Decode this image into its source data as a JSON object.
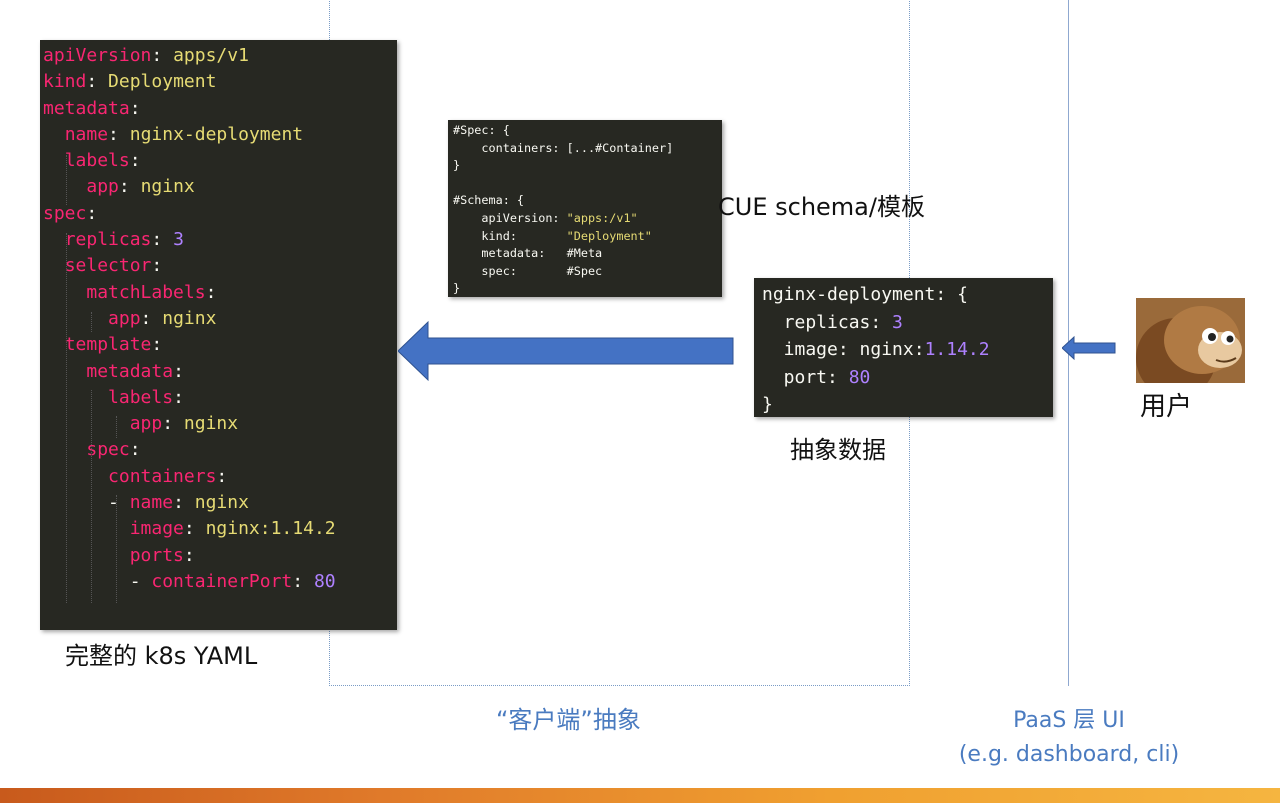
{
  "yaml": {
    "lines": [
      [
        {
          "t": "apiVersion",
          "c": "k"
        },
        {
          "t": ": "
        },
        {
          "t": "apps/v1",
          "c": "v"
        }
      ],
      [
        {
          "t": "kind",
          "c": "k"
        },
        {
          "t": ": "
        },
        {
          "t": "Deployment",
          "c": "v"
        }
      ],
      [
        {
          "t": "metadata",
          "c": "k"
        },
        {
          "t": ":"
        }
      ],
      [
        {
          "t": "  "
        },
        {
          "t": "name",
          "c": "k"
        },
        {
          "t": ": "
        },
        {
          "t": "nginx-deployment",
          "c": "v"
        }
      ],
      [
        {
          "t": "  "
        },
        {
          "t": "labels",
          "c": "k"
        },
        {
          "t": ":"
        }
      ],
      [
        {
          "t": "    "
        },
        {
          "t": "app",
          "c": "k"
        },
        {
          "t": ": "
        },
        {
          "t": "nginx",
          "c": "v"
        }
      ],
      [
        {
          "t": "spec",
          "c": "k"
        },
        {
          "t": ":"
        }
      ],
      [
        {
          "t": "  "
        },
        {
          "t": "replicas",
          "c": "k"
        },
        {
          "t": ": "
        },
        {
          "t": "3",
          "c": "num"
        }
      ],
      [
        {
          "t": "  "
        },
        {
          "t": "selector",
          "c": "k"
        },
        {
          "t": ":"
        }
      ],
      [
        {
          "t": "    "
        },
        {
          "t": "matchLabels",
          "c": "k"
        },
        {
          "t": ":"
        }
      ],
      [
        {
          "t": "      "
        },
        {
          "t": "app",
          "c": "k"
        },
        {
          "t": ": "
        },
        {
          "t": "nginx",
          "c": "v"
        }
      ],
      [
        {
          "t": "  "
        },
        {
          "t": "template",
          "c": "k"
        },
        {
          "t": ":"
        }
      ],
      [
        {
          "t": "    "
        },
        {
          "t": "metadata",
          "c": "k"
        },
        {
          "t": ":"
        }
      ],
      [
        {
          "t": "      "
        },
        {
          "t": "labels",
          "c": "k"
        },
        {
          "t": ":"
        }
      ],
      [
        {
          "t": "        "
        },
        {
          "t": "app",
          "c": "k"
        },
        {
          "t": ": "
        },
        {
          "t": "nginx",
          "c": "v"
        }
      ],
      [
        {
          "t": "    "
        },
        {
          "t": "spec",
          "c": "k"
        },
        {
          "t": ":"
        }
      ],
      [
        {
          "t": "      "
        },
        {
          "t": "containers",
          "c": "k"
        },
        {
          "t": ":"
        }
      ],
      [
        {
          "t": "      - "
        },
        {
          "t": "name",
          "c": "k"
        },
        {
          "t": ": "
        },
        {
          "t": "nginx",
          "c": "v"
        }
      ],
      [
        {
          "t": "        "
        },
        {
          "t": "image",
          "c": "k"
        },
        {
          "t": ": "
        },
        {
          "t": "nginx:1.14.2",
          "c": "v"
        }
      ],
      [
        {
          "t": "        "
        },
        {
          "t": "ports",
          "c": "k"
        },
        {
          "t": ":"
        }
      ],
      [
        {
          "t": "        - "
        },
        {
          "t": "containerPort",
          "c": "k"
        },
        {
          "t": ": "
        },
        {
          "t": "80",
          "c": "num"
        }
      ]
    ]
  },
  "cue": {
    "lines": [
      [
        {
          "t": "#Spec: {"
        }
      ],
      [
        {
          "t": "    containers: [...#Container]"
        }
      ],
      [
        {
          "t": "}"
        }
      ],
      [
        {
          "t": ""
        }
      ],
      [
        {
          "t": "#Schema: {"
        }
      ],
      [
        {
          "t": "    apiVersion: "
        },
        {
          "t": "\"apps:/v1\"",
          "c": "s"
        }
      ],
      [
        {
          "t": "    kind:       "
        },
        {
          "t": "\"Deployment\"",
          "c": "s"
        }
      ],
      [
        {
          "t": "    metadata:   #Meta"
        }
      ],
      [
        {
          "t": "    spec:       #Spec"
        }
      ],
      [
        {
          "t": "}"
        }
      ]
    ]
  },
  "abstract": {
    "lines": [
      [
        {
          "t": "nginx-deployment: {"
        }
      ],
      [
        {
          "t": "  replicas: "
        },
        {
          "t": "3",
          "c": "num"
        }
      ],
      [
        {
          "t": "  image: nginx:"
        },
        {
          "t": "1.14.2",
          "c": "num"
        }
      ],
      [
        {
          "t": "  port: "
        },
        {
          "t": "80",
          "c": "num"
        }
      ],
      [
        {
          "t": "}"
        }
      ]
    ]
  },
  "captions": {
    "yaml": "完整的 k8s YAML",
    "cue": "CUE schema/模板",
    "abstract": "抽象数据",
    "user": "用户",
    "client": "“客户端”抽象",
    "paas_line1": "PaaS 层 UI",
    "paas_line2": "(e.g. dashboard, cli)"
  },
  "icons": {
    "avatar": "monkey-avatar-icon",
    "arrow_big": "arrow-left-icon",
    "arrow_small": "arrow-left-icon"
  },
  "colors": {
    "arrow": "#4472c4",
    "caption_blue": "#4a7bc0",
    "code_bg": "#272822"
  }
}
